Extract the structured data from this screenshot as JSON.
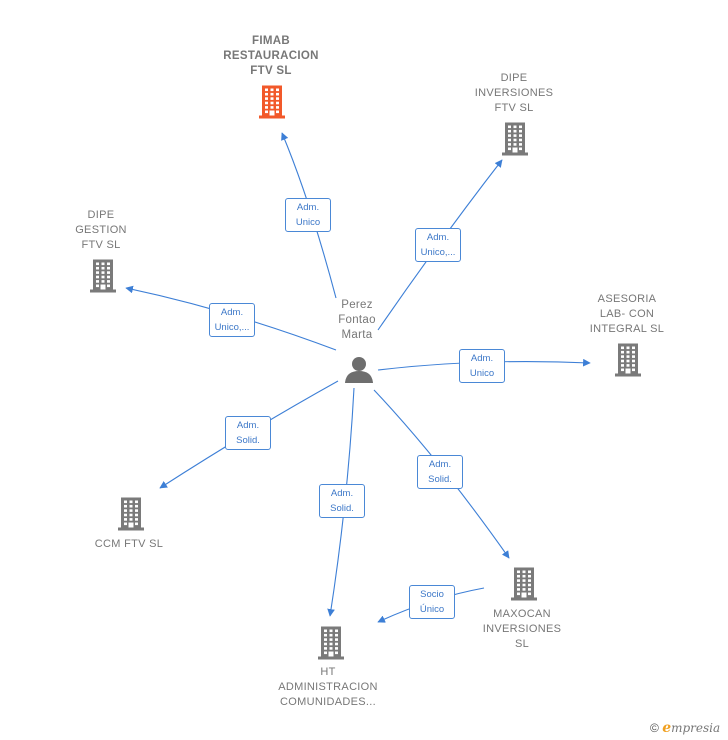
{
  "colors": {
    "edge": "#3d7fd6",
    "building": "#7a7a7a",
    "building_focus": "#f2592a",
    "person": "#6e6e6e"
  },
  "center": {
    "id": "perez",
    "label": "Perez\nFontao\nMarta"
  },
  "nodes": [
    {
      "id": "fimab",
      "label": "FIMAB\nRESTAURACION\nFTV  SL",
      "focus": true
    },
    {
      "id": "dipe_inv",
      "label": "DIPE\nINVERSIONES\nFTV  SL",
      "focus": false
    },
    {
      "id": "dipe_gest",
      "label": "DIPE\nGESTION\nFTV  SL",
      "focus": false
    },
    {
      "id": "asesoria",
      "label": "ASESORIA\nLAB- CON\nINTEGRAL  SL",
      "focus": false
    },
    {
      "id": "ccm",
      "label": "CCM FTV  SL",
      "focus": false
    },
    {
      "id": "maxocan",
      "label": "MAXOCAN\nINVERSIONES\nSL",
      "focus": false
    },
    {
      "id": "ht",
      "label": "HT\nADMINISTRACION\nCOMUNIDADES...",
      "focus": false
    }
  ],
  "edges": [
    {
      "from": "perez",
      "to": "fimab",
      "label": "Adm.\nUnico"
    },
    {
      "from": "perez",
      "to": "dipe_inv",
      "label": "Adm.\nUnico,..."
    },
    {
      "from": "perez",
      "to": "dipe_gest",
      "label": "Adm.\nUnico,..."
    },
    {
      "from": "perez",
      "to": "asesoria",
      "label": "Adm.\nUnico"
    },
    {
      "from": "perez",
      "to": "ccm",
      "label": "Adm.\nSolid."
    },
    {
      "from": "perez",
      "to": "ht",
      "label": "Adm.\nSolid."
    },
    {
      "from": "perez",
      "to": "maxocan",
      "label": "Adm.\nSolid."
    },
    {
      "from": "maxocan",
      "to": "ht",
      "label": "Socio\nÚnico"
    }
  ],
  "footer": {
    "copyright": "©",
    "brand_initial": "e",
    "brand_rest": "mpresia"
  }
}
